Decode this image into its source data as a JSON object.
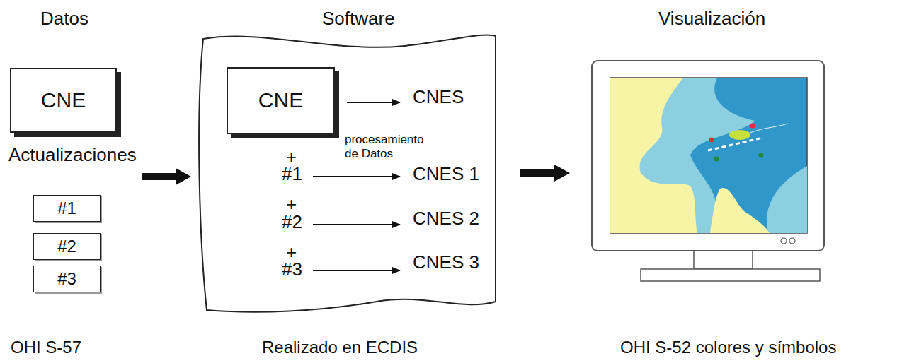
{
  "diagram": {
    "nodes": [
      {
        "text": [
          "CNE"
        ]
      },
      {
        "text": [
          "#1"
        ]
      },
      {
        "text": [
          "#2"
        ]
      },
      {
        "text": [
          "#3"
        ]
      },
      {
        "text": [
          "Software"
        ]
      },
      {
        "text": [
          "CNE"
        ],
        "in": 4
      },
      {
        "text": [
          "Visualización"
        ]
      }
    ],
    "edges": [
      {
        "from": 0,
        "to": 4,
        "arrow": "to"
      },
      {
        "from": 4,
        "to": 6,
        "arrow": "to"
      }
    ],
    "labels": [
      "Datos",
      "Actualizaciones",
      "+",
      "#1",
      "+",
      "#2",
      "+",
      "#3",
      "CNES",
      "procesamiento de Datos",
      "CNES 1",
      "CNES 2",
      "CNES 3",
      "OHI S-57",
      "Realizado en ECDIS",
      "OHI S-52 colores y símbolos"
    ]
  }
}
